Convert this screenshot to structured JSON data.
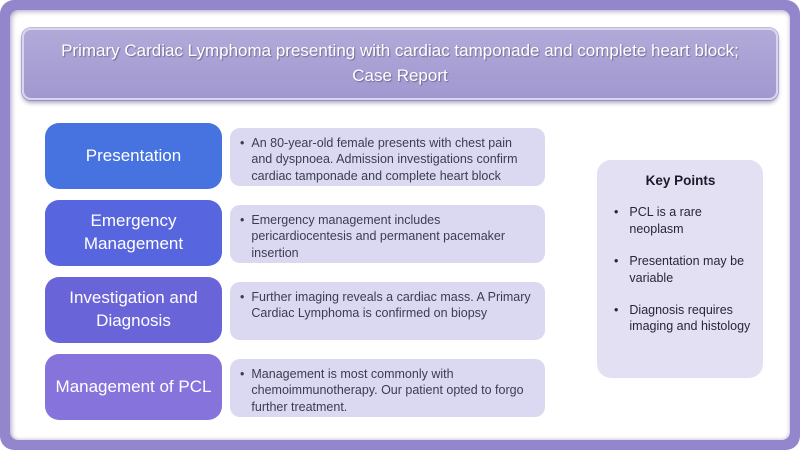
{
  "title": {
    "line1": "Primary Cardiac Lymphoma presenting with cardiac tamponade and complete heart block;",
    "line2": "Case Report"
  },
  "glyphs": {
    "bullet": "•"
  },
  "colors": {
    "frame_border": "#9486cc",
    "banner_fill": "#a8a0d4",
    "row_text_box": "#dbd9f1",
    "key_points_box": "#e4e0f3",
    "title_text": "#ffffff"
  },
  "rows": [
    {
      "label": "Presentation",
      "color": "#4673e0",
      "bullets": [
        "An 80-year-old female presents with chest pain and dyspnoea. Admission investigations confirm cardiac tamponade and complete heart block"
      ]
    },
    {
      "label": "Emergency Management",
      "color": "#5765de",
      "bullets": [
        "Emergency management includes pericardiocentesis  and permanent pacemaker insertion"
      ]
    },
    {
      "label": "Investigation and Diagnosis",
      "color": "#6a64d9",
      "bullets": [
        "Further imaging reveals a cardiac mass. A Primary Cardiac Lymphoma is confirmed on biopsy"
      ]
    },
    {
      "label": "Management of PCL",
      "color": "#8674dc",
      "bullets": [
        "Management is most commonly with chemoimmunotherapy. Our patient opted to forgo further treatment."
      ]
    }
  ],
  "key_points": {
    "heading": "Key Points",
    "items": [
      "PCL is a rare neoplasm",
      "Presentation may be variable",
      "Diagnosis requires imaging and histology"
    ]
  }
}
